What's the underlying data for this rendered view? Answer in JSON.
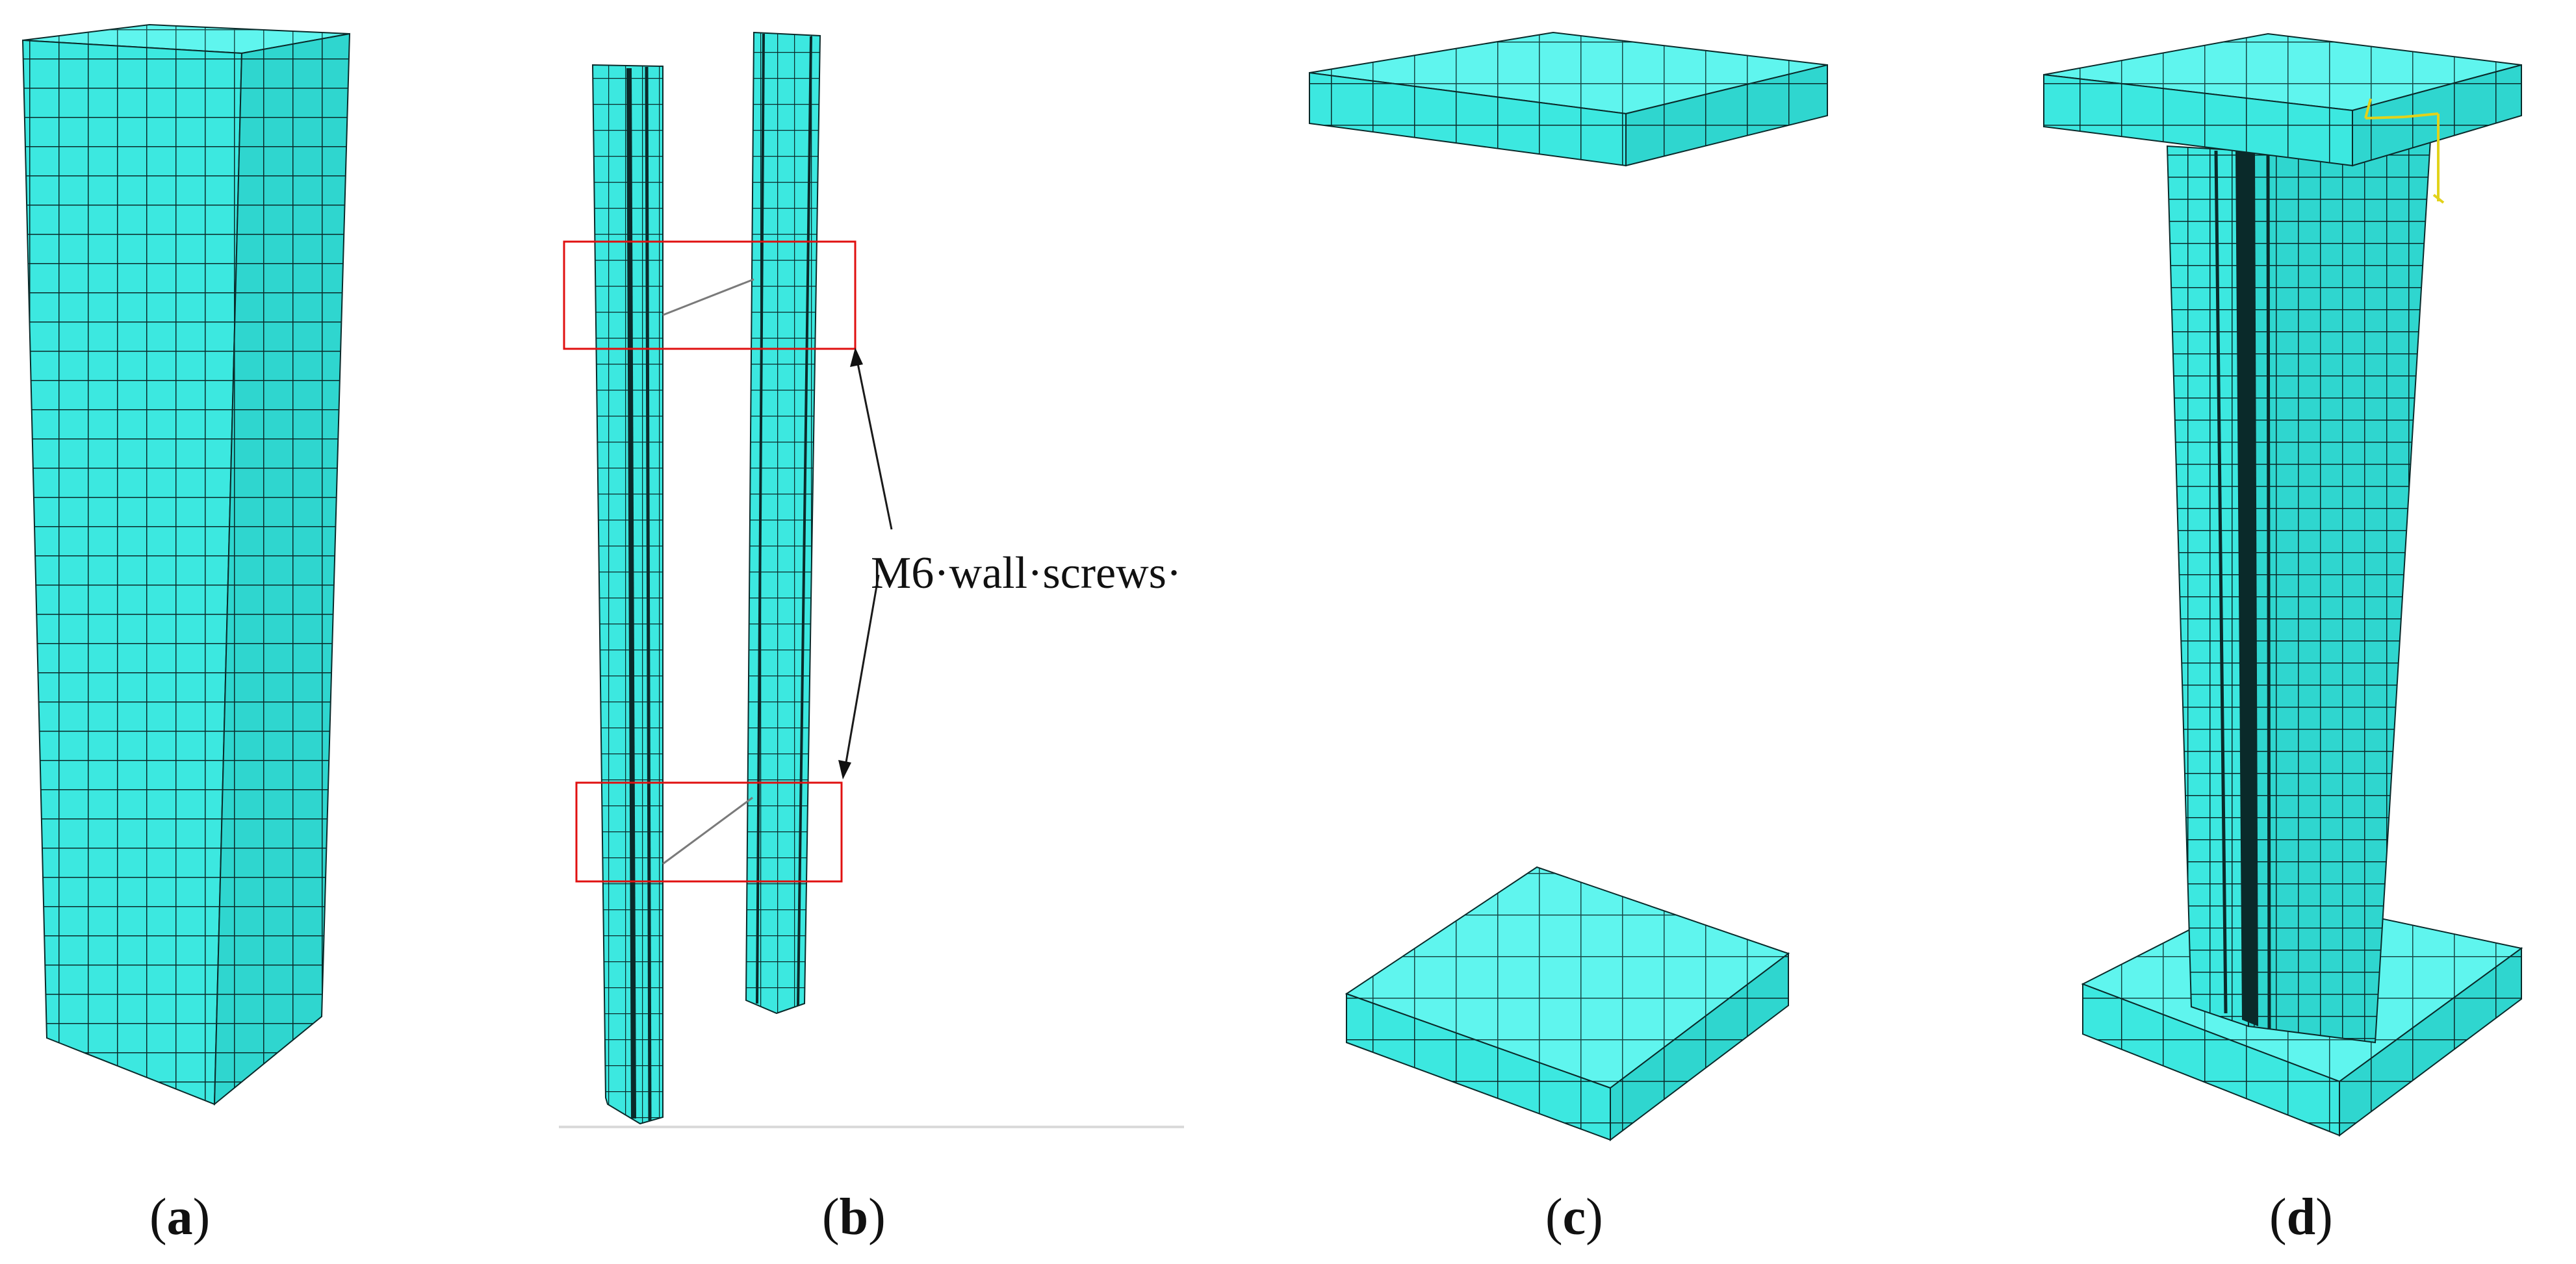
{
  "panels": [
    {
      "id": "a",
      "paren_open": "(",
      "letter": "a",
      "paren_close": ")"
    },
    {
      "id": "b",
      "paren_open": "(",
      "letter": "b",
      "paren_close": ")"
    },
    {
      "id": "c",
      "paren_open": "(",
      "letter": "c",
      "paren_close": ")"
    },
    {
      "id": "d",
      "paren_open": "(",
      "letter": "d",
      "paren_close": ")"
    }
  ],
  "annotation": {
    "text": "M6·wall·screws·"
  },
  "colors": {
    "mesh_top": "#5ff5ee",
    "mesh_front": "#3ce8e0",
    "mesh_side": "#2fd6cf",
    "mesh_line": "#0a2a2a",
    "highlight_box": "#e01010"
  }
}
